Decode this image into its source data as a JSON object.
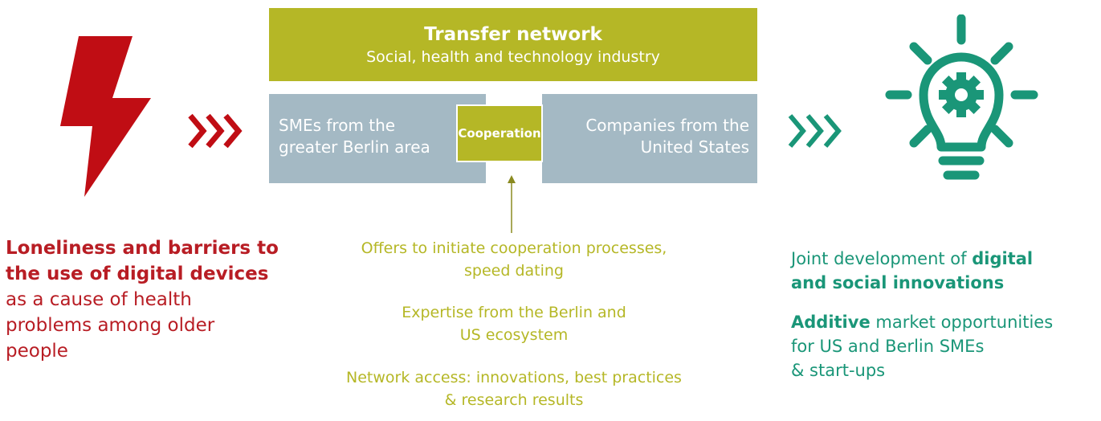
{
  "colors": {
    "red": "#b81d24",
    "olive": "#b5b726",
    "grey_blue": "#a4b9c4",
    "teal": "#1a9678"
  },
  "icons": {
    "left": "lightning-bolt-icon",
    "right": "lightbulb-gear-icon",
    "chevrons": "triple-chevron-icon"
  },
  "transfer": {
    "title": "Transfer network",
    "subtitle": "Social, health and technology industry"
  },
  "boxes": {
    "left_line1": "SMEs from the",
    "left_line2": "greater Berlin area",
    "right_line1": "Companies from the",
    "right_line2": "United States",
    "cooperation": "Cooperation"
  },
  "problem": {
    "bold": "Loneliness and barriers to the use of digital devices",
    "normal": "as a cause of health problems among older people"
  },
  "offers": {
    "o1_line1": "Offers to initiate cooperation processes,",
    "o1_line2": "speed dating",
    "o2_line1": "Expertise from the Berlin and",
    "o2_line2": "US ecosystem",
    "o3_line1": "Network access: innovations, best practices",
    "o3_line2": "& research results"
  },
  "outcome": {
    "r1_prefix": "Joint development of ",
    "r1_bold_a": "digital",
    "r1_bold_b": "and social innovations",
    "r2_bold": "Additive",
    "r2_rest_a": " market opportunities",
    "r2_line2": "for US and Berlin SMEs",
    "r2_line3": "& start-ups"
  }
}
